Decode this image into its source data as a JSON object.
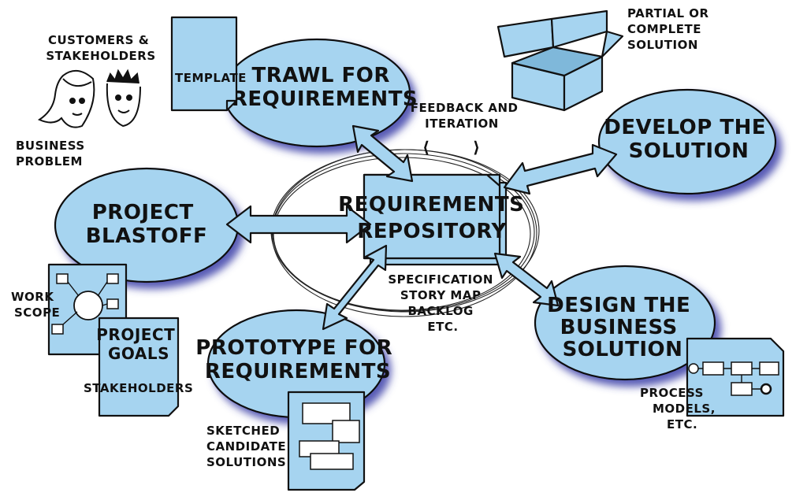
{
  "colors": {
    "bubble_fill": "#a6d4f0",
    "bubble_shadow": "#3b3fa8",
    "ink": "#111111",
    "background": "#ffffff"
  },
  "labels": {
    "customers": [
      "CUSTOMERS &",
      "STAKEHOLDERS"
    ],
    "business_problem": [
      "BUSINESS",
      "PROBLEM"
    ],
    "template": "TEMPLATE",
    "trawl": [
      "TRAWL FOR",
      "REQUIREMENTS"
    ],
    "partial_solution": [
      "PARTIAL OR",
      "COMPLETE",
      "SOLUTION"
    ],
    "feedback": [
      "FEEDBACK AND",
      "ITERATION"
    ],
    "develop": [
      "DEVELOP THE",
      "SOLUTION"
    ],
    "repository": [
      "REQUIREMENTS",
      "REPOSITORY"
    ],
    "blastoff": [
      "PROJECT",
      "BLASTOFF"
    ],
    "work_scope": [
      "WORK",
      "SCOPE"
    ],
    "project_goals": [
      "PROJECT",
      "GOALS"
    ],
    "stakeholders": "STAKEHOLDERS",
    "spec_list": [
      "SPECIFICATION",
      "STORY MAP",
      "BACKLOG",
      "ETC."
    ],
    "prototype": [
      "PROTOTYPE FOR",
      "REQUIREMENTS"
    ],
    "design": [
      "DESIGN THE",
      "BUSINESS",
      "SOLUTION"
    ],
    "process_models": [
      "PROCESS",
      "MODELS,",
      "ETC."
    ],
    "sketched": [
      "SKETCHED",
      "CANDIDATE",
      "SOLUTIONS"
    ]
  },
  "icons": [
    "female-face-icon",
    "male-face-icon",
    "open-box-icon",
    "document-icon",
    "scope-diagram-icon",
    "process-model-icon",
    "sketch-document-icon"
  ]
}
